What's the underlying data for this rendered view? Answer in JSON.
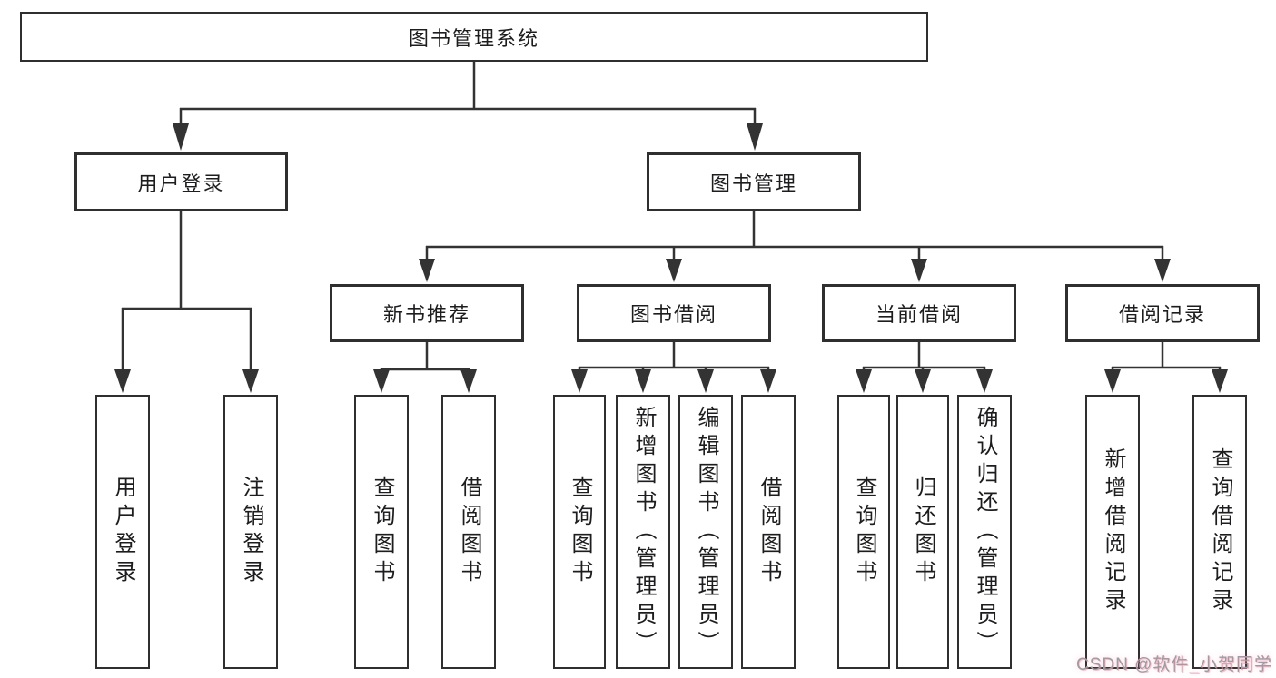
{
  "colors": {
    "line": "#333333",
    "box_border": "#2f2f2f",
    "text": "#1d1d1f",
    "watermark": "#9c9ca4"
  },
  "watermark": "CSDN @软件_小贺同学",
  "tree": {
    "label": "图书管理系统",
    "children": [
      {
        "label": "用户登录",
        "children": [
          {
            "label": "用户登录"
          },
          {
            "label": "注销登录"
          }
        ]
      },
      {
        "label": "图书管理",
        "children": [
          {
            "label": "新书推荐",
            "children": [
              {
                "label": "查询图书"
              },
              {
                "label": "借阅图书"
              }
            ]
          },
          {
            "label": "图书借阅",
            "children": [
              {
                "label": "查询图书"
              },
              {
                "label": "新增图书（管理员）"
              },
              {
                "label": "编辑图书（管理员）"
              },
              {
                "label": "借阅图书"
              }
            ]
          },
          {
            "label": "当前借阅",
            "children": [
              {
                "label": "查询图书"
              },
              {
                "label": "归还图书"
              },
              {
                "label": "确认归还（管理员）"
              }
            ]
          },
          {
            "label": "借阅记录",
            "children": [
              {
                "label": "新增借阅记录"
              },
              {
                "label": "查询借阅记录"
              }
            ]
          }
        ]
      }
    ]
  }
}
